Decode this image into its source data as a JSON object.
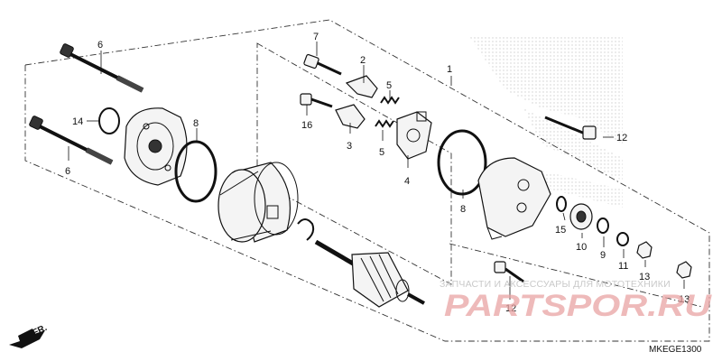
{
  "callouts": {
    "c1": "1",
    "c2": "2",
    "c3": "3",
    "c4": "4",
    "c5a": "5",
    "c5b": "5",
    "c6a": "6",
    "c6b": "6",
    "c7": "7",
    "c8a": "8",
    "c8b": "8",
    "c9": "9",
    "c10": "10",
    "c11": "11",
    "c12a": "12",
    "c12b": "12",
    "c13a": "13",
    "c13b": "13",
    "c14": "14",
    "c15": "15",
    "c16": "16"
  },
  "watermark": {
    "tagline": "ЗАПЧАСТИ И АКСЕССУАРЫ ДЛЯ МОТОТЕХНИКИ",
    "brand": "PARTSPOR.RU"
  },
  "direction_label": "FR.",
  "diagram_code": "MKEGE1300",
  "colors": {
    "line": "#111111",
    "watermark_gray": "#c9c9c9",
    "watermark_red": "#e9a3a3"
  }
}
